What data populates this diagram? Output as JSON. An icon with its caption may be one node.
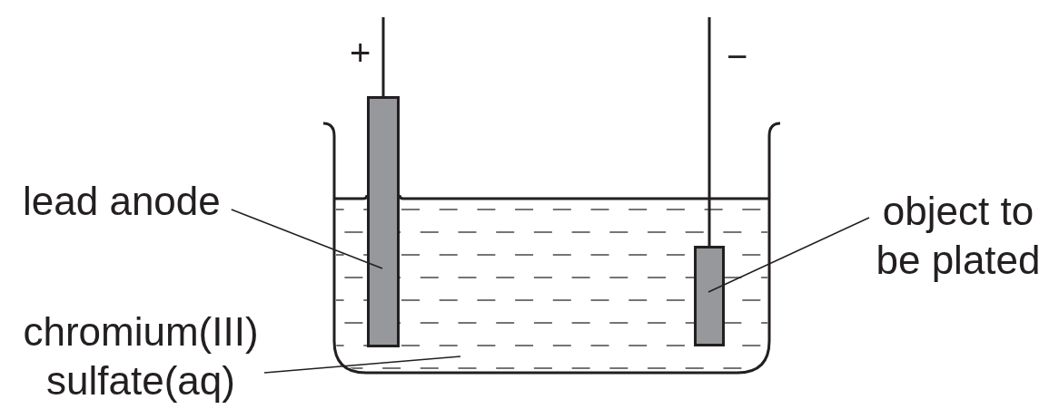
{
  "diagram": {
    "nodes": [
      {
        "text": [
          "lead anode"
        ]
      },
      {
        "text": [],
        "shape": "bar"
      },
      {
        "text": [
          "object to be plated"
        ]
      },
      {
        "text": [],
        "shape": "bar"
      },
      {
        "text": [
          "chromium(III) sulfate(aq)"
        ]
      }
    ],
    "edges": [
      {
        "from": 0,
        "to": 1,
        "arrow": "none"
      },
      {
        "from": 2,
        "to": 3,
        "arrow": "none"
      },
      {
        "from": 4,
        "to": null,
        "arrow": "none"
      }
    ],
    "labels": [
      "+",
      "−"
    ]
  }
}
